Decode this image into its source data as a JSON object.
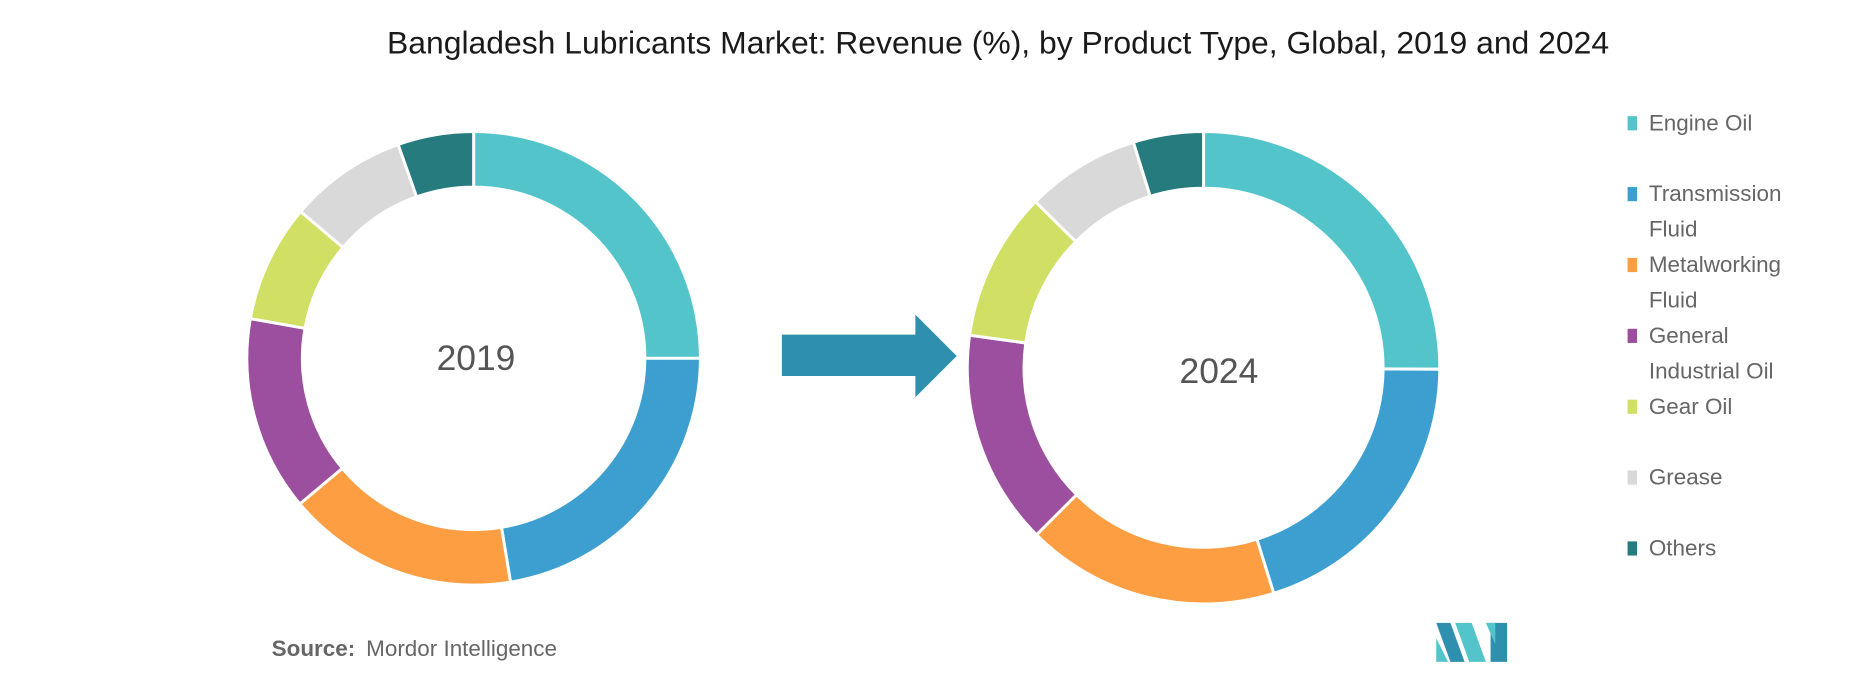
{
  "chart_data": {
    "type": "pie",
    "variant": "donut",
    "title": "Bangladesh Lubricants Market: Revenue (%), by Product Type, Global, 2019 and 2024",
    "categories": [
      "Engine Oil",
      "Transmission Fluid",
      "Metalworking Fluid",
      "General Industrial Oil",
      "Gear Oil",
      "Grease",
      "Others"
    ],
    "legend_lines": [
      [
        "Engine Oil"
      ],
      [
        "Transmission",
        "Fluid"
      ],
      [
        "Metalworking",
        "Fluid"
      ],
      [
        "General",
        "Industrial Oil"
      ],
      [
        "Gear Oil"
      ],
      [
        "Grease"
      ],
      [
        "Others"
      ]
    ],
    "colors": [
      "#52c4ca",
      "#3d9fd0",
      "#fd9e43",
      "#9c4f9e",
      "#d1df64",
      "#d9d9d9",
      "#267b7f"
    ],
    "legend_position": "right",
    "series": [
      {
        "name": "2019",
        "values": [
          25.0,
          22.4,
          16.5,
          13.9,
          8.4,
          8.4,
          5.4
        ]
      },
      {
        "name": "2024",
        "values": [
          25.1,
          20.1,
          17.3,
          14.7,
          10.2,
          7.8,
          4.8
        ]
      }
    ],
    "arrow_color": "#2e8fae"
  },
  "source": {
    "label": "Source:",
    "text": "Mordor Intelligence"
  },
  "logo": {
    "text": "MI",
    "colors": [
      "#2e8fae",
      "#52c4ca"
    ]
  }
}
